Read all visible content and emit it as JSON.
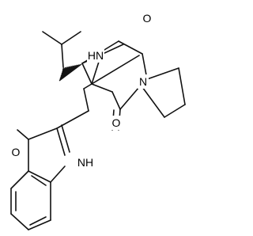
{
  "structure": {
    "atom_labels": {
      "ketone_oxygen": "O",
      "bridge_nh": "HN",
      "amide_nitrogen": "N",
      "amide_oxygen": "O",
      "indolinone_oxygen": "O",
      "indole_nh": "NH"
    },
    "colors": {
      "bond": "#111111",
      "label": "#000000",
      "background": "#ffffff"
    }
  }
}
